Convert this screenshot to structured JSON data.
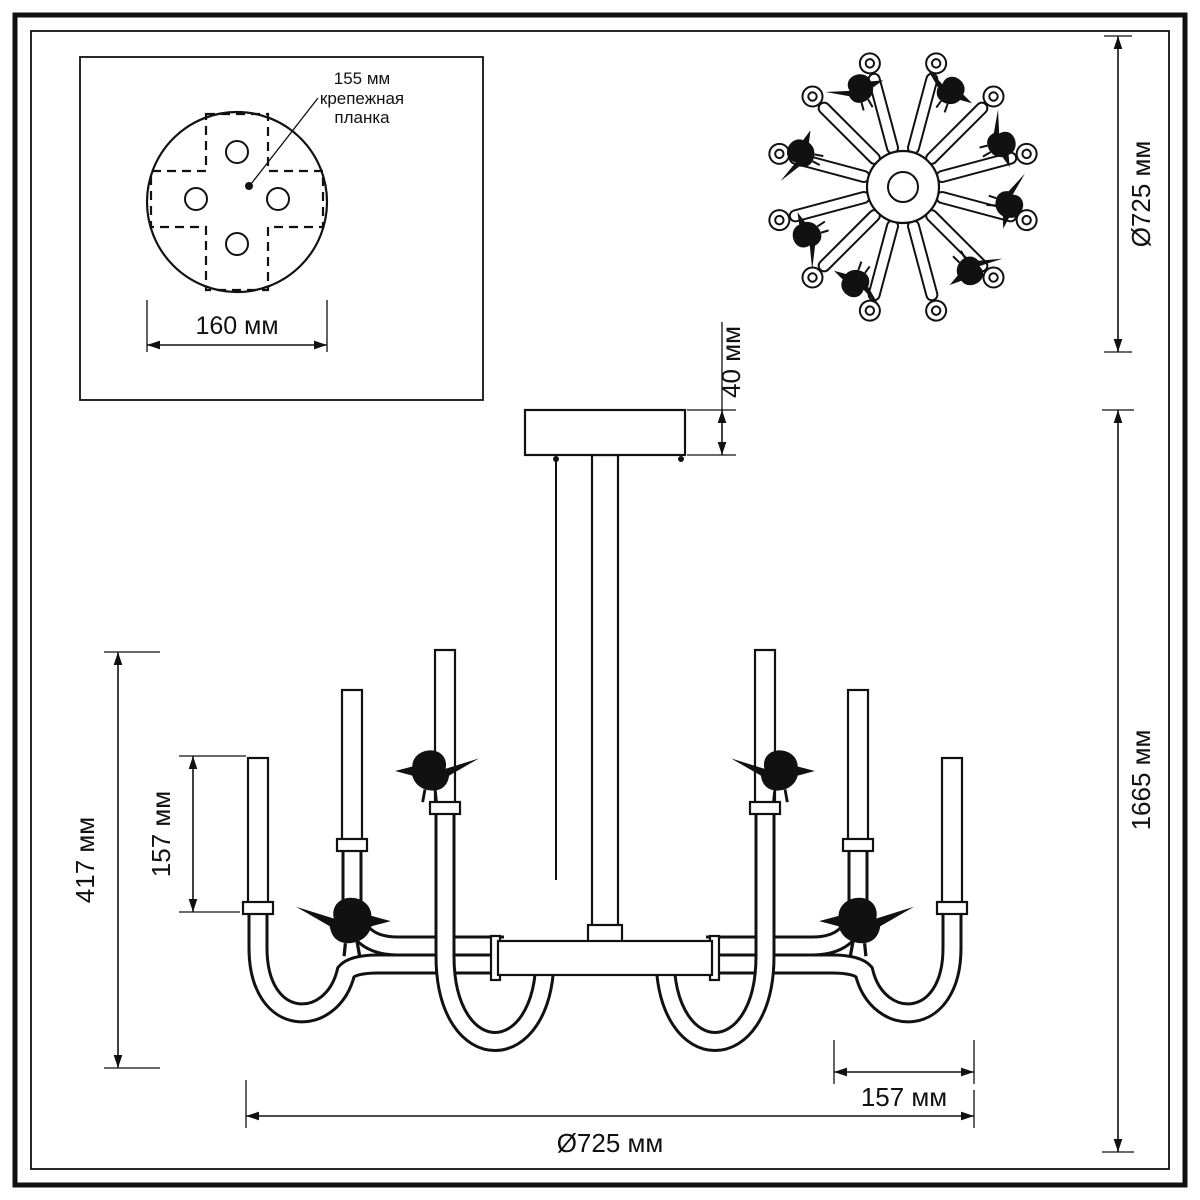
{
  "drawing": {
    "detail": {
      "callout_value": "155 мм",
      "callout_line1": "крепежная",
      "callout_line2": "планка",
      "plate_width": "160 мм"
    },
    "top_view": {
      "diameter": "Ø725 мм"
    },
    "front": {
      "canopy_height": "40 мм",
      "total_height": "1665 мм",
      "arm_height": "417 мм",
      "candle_height": "157 мм",
      "arm_spacing": "157 мм",
      "diameter": "Ø725 мм"
    }
  }
}
